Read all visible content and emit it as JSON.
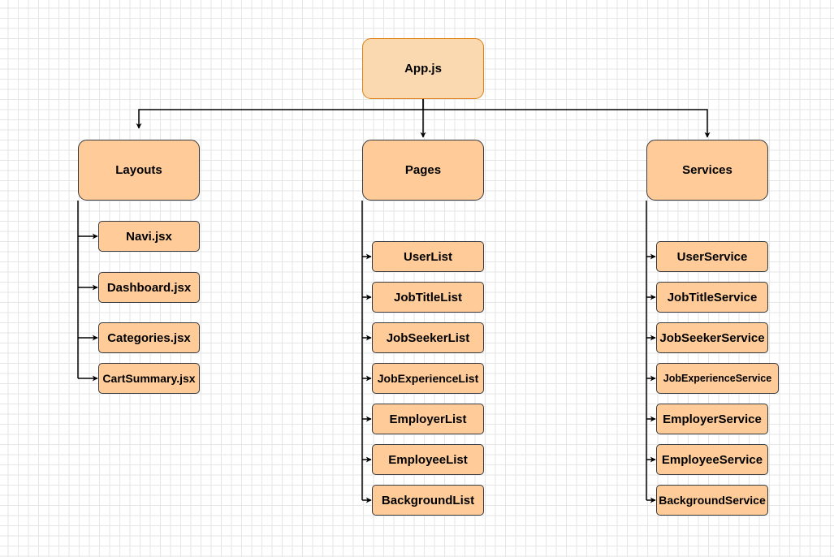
{
  "root": {
    "label": "App.js"
  },
  "groups": {
    "layouts": {
      "label": "Layouts",
      "items": [
        "Navi.jsx",
        "Dashboard.jsx",
        "Categories.jsx",
        "CartSummary.jsx"
      ]
    },
    "pages": {
      "label": "Pages",
      "items": [
        "UserList",
        "JobTitleList",
        "JobSeekerList",
        "JobExperienceList",
        "EmployerList",
        "EmployeeList",
        "BackgroundList"
      ]
    },
    "services": {
      "label": "Services",
      "items": [
        "UserService",
        "JobTitleService",
        "JobSeekerService",
        "JobExperienceService",
        "EmployerService",
        "EmployeeService",
        "BackgroundService"
      ]
    }
  },
  "colors": {
    "root_fill": "#fad9b0",
    "root_stroke": "#e07f10",
    "node_fill": "#ffcc99",
    "node_stroke": "#36393d",
    "connector": "#000000",
    "grid": "#e6e6e6"
  }
}
